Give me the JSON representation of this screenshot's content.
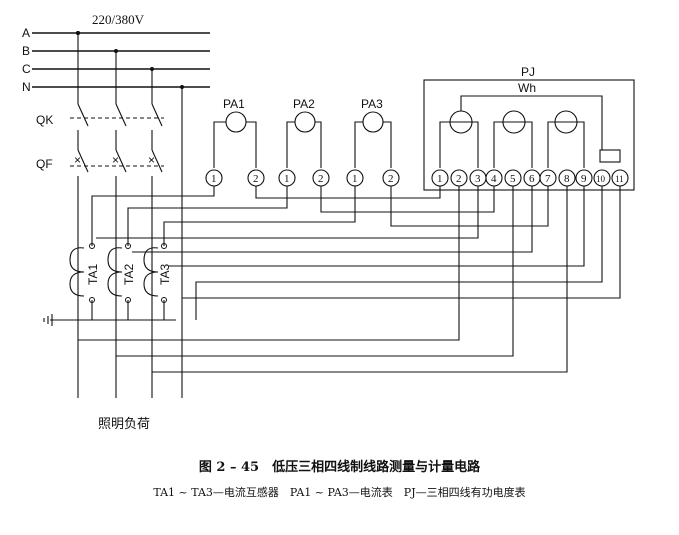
{
  "supply": {
    "voltage": "220/380V",
    "phases": [
      "A",
      "B",
      "C",
      "N"
    ]
  },
  "switches": {
    "qk": "QK",
    "qf": "QF",
    "qf_mark": "×"
  },
  "ammeters": [
    "PA1",
    "PA2",
    "PA3"
  ],
  "ammeter_terminals": [
    "1",
    "2"
  ],
  "current_transformers": [
    "TA1",
    "TA2",
    "TA3"
  ],
  "meter": {
    "name": "PJ",
    "unit": "Wh",
    "terminals": [
      "1",
      "2",
      "3",
      "4",
      "5",
      "6",
      "7",
      "8",
      "9",
      "10",
      "11"
    ]
  },
  "load_label": "照明负荷",
  "caption": {
    "title": "图 2 – 45　低压三相四线制线路测量与计量电路",
    "legend": "TA1 ~ TA3—电流互感器　PA1 ~ PA3—电流表　PJ—三相四线有功电度表"
  }
}
